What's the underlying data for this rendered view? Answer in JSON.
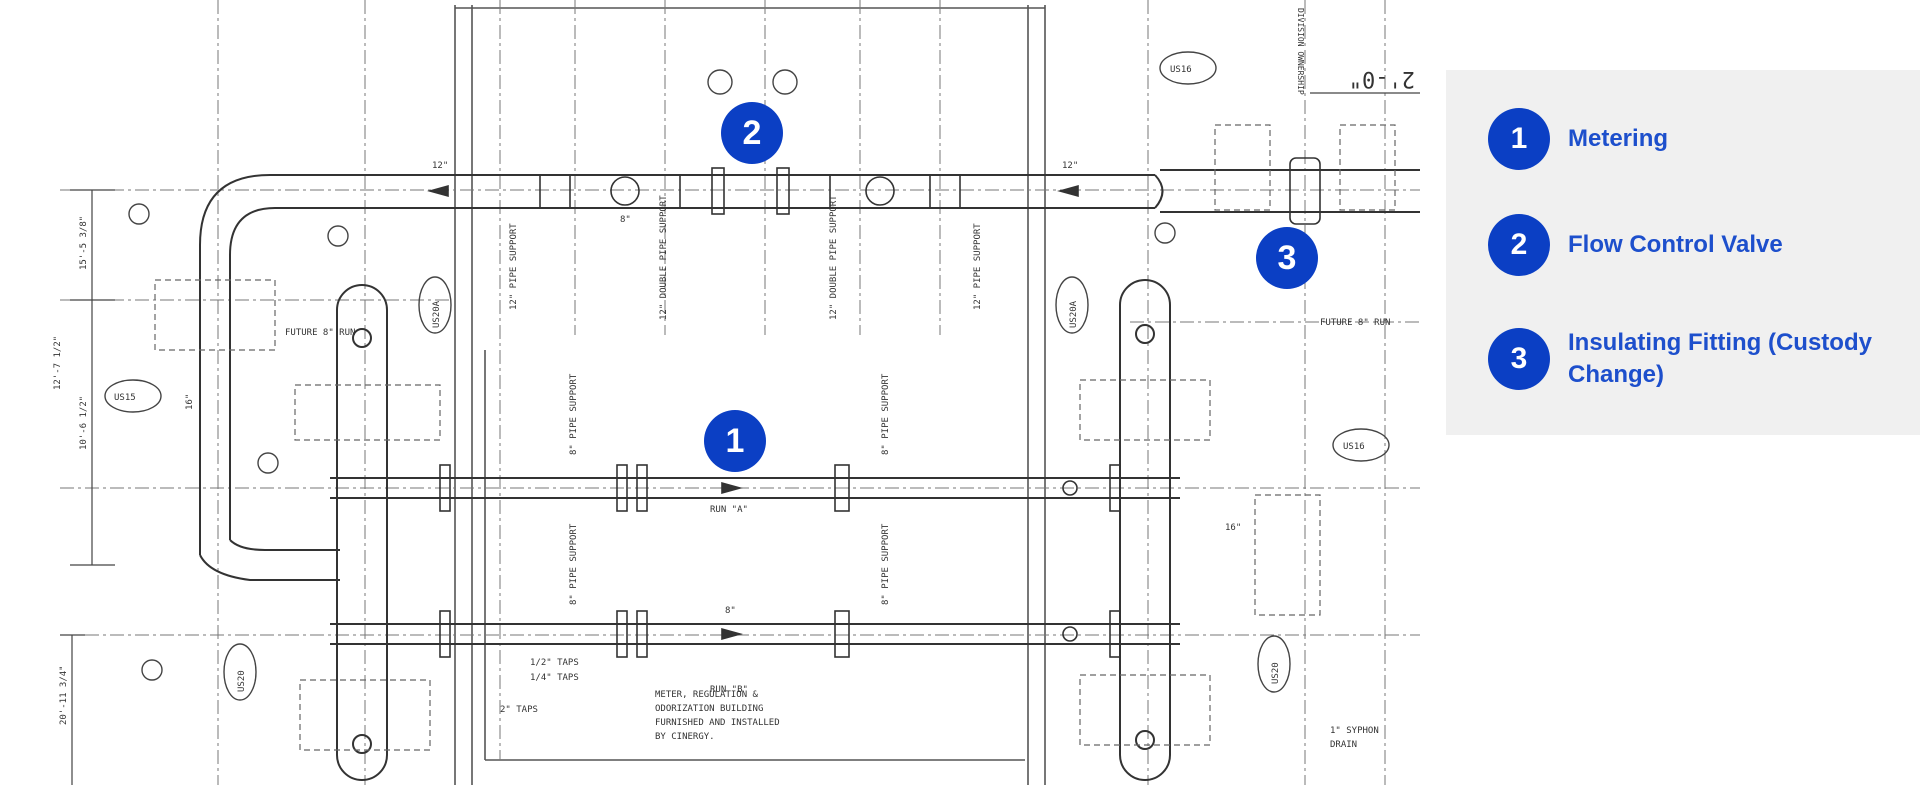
{
  "drawing": {
    "labels": {
      "us16_top": "US16",
      "us16_right": "US16",
      "us15": "US15",
      "us20a_left": "US20A",
      "us20a_right": "US20A",
      "us20_left": "US20",
      "us20_right": "US20",
      "dim_top_right": "2'-0\"",
      "division": "DIVISION OWNERSHIP",
      "future_left": "FUTURE 8\" RUN",
      "future_right": "FUTURE 8\" RUN",
      "pipe12_left": "12\"",
      "pipe12_right": "12\"",
      "pipe16_left": "16\"",
      "pipe16_right": "16\"",
      "pipe8_a": "8\"",
      "pipe8_b": "8\"",
      "run_a": "RUN \"A\"",
      "run_b": "RUN \"B\"",
      "support_12a": "12\" PIPE SUPPORT",
      "support_12b": "12\" PIPE SUPPORT",
      "support_double_a": "12\" DOUBLE PIPE SUPPORT",
      "support_double_b": "12\" DOUBLE PIPE SUPPORT",
      "support_8a": "8\" PIPE SUPPORT",
      "support_8b": "8\" PIPE SUPPORT",
      "support_8c": "8\" PIPE SUPPORT",
      "support_8d": "8\" PIPE SUPPORT",
      "note": [
        "METER, REGULATION &",
        "ODORIZATION BUILDING",
        "FURNISHED AND INSTALLED",
        "BY CINERGY."
      ],
      "taps": [
        "1/2\" TAPS",
        "1/4\" TAPS",
        "2\" TAPS"
      ],
      "syphon": [
        "1\" SYPHON",
        "DRAIN"
      ],
      "dim_left_top": "15'-5 3/8\"",
      "dim_left_mid": "12'-7 1/2\"",
      "dim_left_low": "10'-6 1/2\"",
      "dim_left_bottom": "20'-11 3/4\""
    }
  },
  "markers": [
    {
      "number": "1"
    },
    {
      "number": "2"
    },
    {
      "number": "3"
    }
  ],
  "legend": {
    "items": [
      {
        "number": "1",
        "label": "Metering"
      },
      {
        "number": "2",
        "label": "Flow Control Valve"
      },
      {
        "number": "3",
        "label": "Insulating Fitting (Custody Change)"
      }
    ]
  },
  "colors": {
    "marker_blue": "#0b3fc4",
    "legend_text": "#1d4fcc",
    "panel_bg": "#f0f0f0"
  }
}
